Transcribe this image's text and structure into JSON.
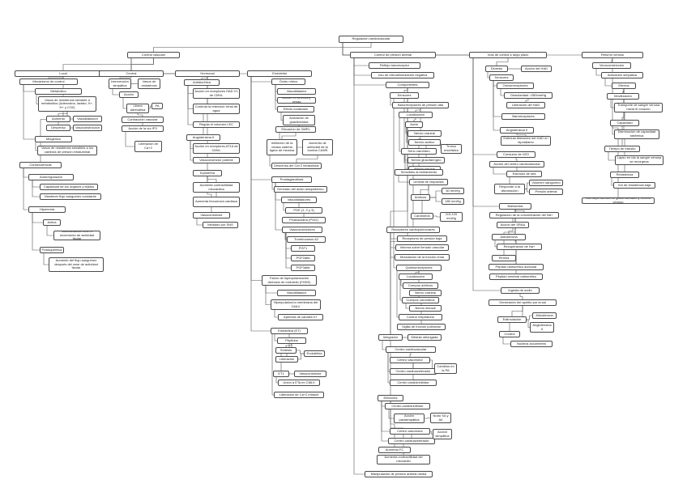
{
  "title": "Regulación cardiovascular",
  "colors": {
    "line": "#555555",
    "border": "#4a4a4a",
    "text": "#222222",
    "background": "#ffffff"
  },
  "nodes": {
    "root": "Regulación cardiovascular",
    "cv": "Control vascular",
    "local": "Local",
    "central": "Central",
    "hormonal": "Hormonal",
    "endotelial": "Endotelial",
    "cpa": "Control de presión arterial",
    "vlp": "Vías de control a largo plazo",
    "rv": "Retorno venoso",
    "mec": "Mecanismo de control",
    "metab": "Metabólico",
    "vrs": "Vasos de resistencia sensible a metabolitos (Adenosina, lactato, K+, H+ y CO2)",
    "aum": "Aumento",
    "vasod": "Vasodilatación",
    "desc": "Descenso",
    "vasoc": "Vasoconstricción",
    "miog": "Miogénico",
    "vrsa": "Vasos de resistencia sensibles a los cambios de presión intraluminal",
    "conse": "Consecuencias",
    "autor": "Autorregulación",
    "capa": "Capacidad de los órganos y tejidos",
    "mant": "Mantener flujo sanguíneo constante",
    "hiper": "Hiperemia",
    "activa": "Activa",
    "vasoinc": "Vasodilatación ante el incremento de actividad tisular",
    "posis": "Posisquémica",
    "aumflu": "Aumento del flujo sanguíneo después del cese de actividad tisular",
    "interv": "Intervención simpática",
    "vasosres": "Vasos de resistencia",
    "accion": "Acción",
    "libera": "Libera adrenalina",
    "pa": "PA",
    "contrv": "Contracción vascular",
    "accip3": "Acción de la vía IP3",
    "libca": "Liberación de Ca+2",
    "antid": "Antidiurética",
    "recvhad": "Acción en receptores HAD V1 de CMVL",
    "contret": "Controla la retención renal de agua",
    "regvol": "Regula el volumen LEC",
    "angio": "Angiotensina II",
    "at1a": "Acción en receptores AT1A de CMVL",
    "vcpot": "Vasoconstrictor potente",
    "epin": "Epinefrina",
    "aumcont": "Aumenta contractilidad miocárdica",
    "aumfrec": "Aumenta frecuencia cardiaca",
    "vasocon": "Vasoconstrictor",
    "medsns": "Mediado por SNS",
    "oxnit": "Óxido nítrico",
    "vasodil": "Vasodilatador",
    "accart": "Acción en arterias y venas",
    "efloc": "Efecto localizado",
    "activgc": "Activación de guanilciclasa",
    "elevgmp": "Elevación de GMPc",
    "inhib": "Inhibición de la cinasa cadena ligera de miosina",
    "aumbom": "Aumento de actividad de la bomba CAMS",
    "desca": "Descenso del Ca+2 intracelular",
    "prosta": "Prostaglandinas",
    "deriv": "Derivado del ácido araquidónico",
    "vasodils": "Vasodilatadores",
    "pge": "PGE (1, 2 y 3)",
    "prost": "Prostaciclina (PGI2)",
    "vasoconss": "Vasoconstrictores",
    "trombo": "Tromboxanos A2",
    "pgf1": "PGF1",
    "pgf2a": "PGF2alfa",
    "pgf3a": "PGF3alfa",
    "fhd": "Factor de hiperpolarización derivado de endotelio (FHDE)",
    "vasodfh": "Vasodilatador",
    "hipmem": "Hiperpolariza la membrana del CMLV",
    "apcan": "Apertura de canales K+",
    "endo": "Endotelina (ET)",
    "pept": "Péptidos",
    "sint": "Síntesis",
    "endote": "Endotelina",
    "liber": "Liberación",
    "et1": "ET1",
    "vasoet": "Vasoconstrictor",
    "union": "Unión a ETa en CMLV",
    "libcai": "Liberación de Ca+2 intracel",
    "reflejo": "Reflejo baroreceptor",
    "uso": "Uso de retroalimentación negativa",
    "compo": "Componentes",
    "sensores": "Sensores",
    "barorpa": "Barorreceptores de presión alta",
    "locali": "Localización",
    "aorta": "Aorta",
    "nervc": "Nervio craneal",
    "nerva": "Nervio aórtico",
    "senoc": "Seno carotídeo",
    "nervg": "Nervio glosofaríngeo",
    "nervs": "Nervio sinusal",
    "tronco": "Tronco encefálico",
    "sensest": "Sensibles al estiramiento",
    "umbral": "Umbral de respuesta",
    "aorticos": "Aórticos",
    "mm50": "50 mmHg",
    "mm180": "180 mmHg",
    "carot": "Carotídeos",
    "mm110": "110-120 mmHg",
    "reccp": "Receptores cardiopulmonares",
    "recpb": "Receptores de presión baja",
    "inform": "Informa sobre llenado vascular",
    "modul": "Modulación de la función renal",
    "quimio": "Quimiorreceptores",
    "localiq": "Localización",
    "cuerpa": "Cuerpos aórticos",
    "nervcq": "Nervio craneal",
    "cuerpc": "Cuerpos carotídeos",
    "nervsq": "Nervio sinusal",
    "contresp": "Control respiratorio",
    "vigil": "Vigilia de función pulmonar",
    "integ": "Integrador",
    "medob": "Médula oblongada",
    "centcv": "Centro cardiovascular",
    "centvm": "Centro vasomotor",
    "centca": "Centro cardioacelerador",
    "centci": "Centro cardioinhibidor",
    "cambpa": "Cambios en la PA",
    "efect": "Efectores",
    "centcie": "Centro cardioinhibidor",
    "accpar": "Acción parasimpática",
    "nodosa": "Nodo SA y AV",
    "centvme": "Centro vasomotor",
    "centcae": "Centro cardioacelerador",
    "accsimp": "Acción simpática",
    "aumfc": "Aumenta FC",
    "aumcm": "Aumenta contractilidad del miocardio",
    "manip": "Manipulación de presión arterial media",
    "diuresis": "Diuresis",
    "acchad": "Acción del HAD",
    "sensvl": "Sensores",
    "osmo": "Osmorreceptores",
    "osmol": "Osmolaridad >280mmHg",
    "libhad": "Liberación del HAD",
    "baroreceptv": "Baroreceptores",
    "angiovl": "Angiotensina II",
    "estim": "Estimula liberación del HAD en hipotálamo",
    "consh2o": "Consumo de H2O",
    "acccent": "Acción del centro cardiovascular",
    "estsed": "Estímulo de sed",
    "respdism": "Responde a la disminución",
    "volsang": "Volumen sanguíneo",
    "presart": "Presión arterial",
    "natriur": "Natriuresis",
    "regna": "Regulación de la concentración del Na+",
    "accsraa": "Acción del SRAA",
    "aldo": "Aldosterona",
    "recna": "Recuperación de Na+",
    "renina": "Renina",
    "pepaur": "Péptido natriurético auricular",
    "pepcer": "Péptido cerebral natriurético",
    "ingsod": "Ingesta de sodio",
    "genape": "Generación del apetito por la sal",
    "estimul": "Estimulación",
    "aldost": "Aldosterona",
    "angioii": "Angiotensina II",
    "control": "Control",
    "nucleos": "Núcleos accumbens",
    "venoc": "Venoconstricción",
    "actsimp": "Activación simpática",
    "efectos": "Efectos",
    "moviliz": "Movilización",
    "transp": "Transporte de sangre venosa hacia el corazón",
    "capac": "Capacidad",
    "dismcap": "Disminución de capacidad sistémica",
    "tiemtr": "Tiempo de tránsito",
    "lapso": "Lapso en ida la sangre venosa se recorgena",
    "resist": "Resistencia",
    "viares": "Vía de resistencia baja",
    "interd": "Interdependencia de gasto cardíaco y retorno venoso"
  }
}
